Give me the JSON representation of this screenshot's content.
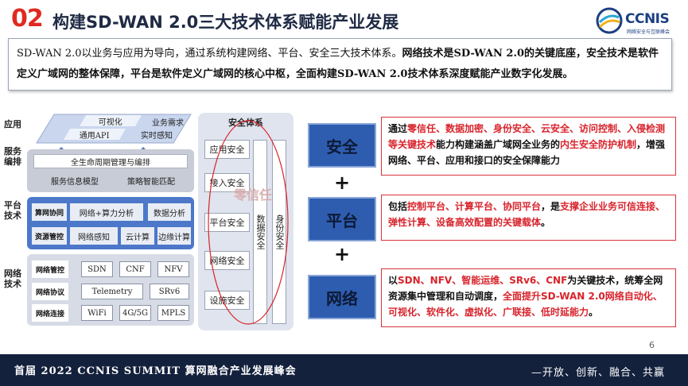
{
  "header": {
    "number": "02",
    "title": "构建SD-WAN 2.0三大技术体系赋能产业发展",
    "logo_text": "CCNIS",
    "logo_sub": "网络安全与互联峰会"
  },
  "intro": {
    "p1": "SD-WAN 2.0以业务与应用为导向，通过系统构建网络、平台、安全三大技术体系。",
    "b1": "网络技术是SD-WAN 2.0的关键底座，安全技术是软件定义广域网的整体保障，平台是软件定义广域网的核心中枢，全面构建SD-WAN 2.0技术体系深度赋能产业数字化发展。"
  },
  "diagram": {
    "labels": {
      "app": "应用",
      "orch": "服务编排",
      "platform": "平台技术",
      "network": "网络技术"
    },
    "app": {
      "visual": "可视化",
      "biz": "业务需求",
      "api": "通用API",
      "realtime": "实时感知"
    },
    "orch": {
      "lifecycle": "全生命周期管理与编排",
      "model": "服务信息模型",
      "policy": "策略智能匹配"
    },
    "platform": {
      "compute_tag": "算网协同",
      "compute_analysis": "网络+算力分析",
      "data_analysis": "数据分析",
      "resource_tag": "资源管控",
      "net_sense": "网络感知",
      "cloud": "云计算",
      "edge": "边缘计算"
    },
    "network": {
      "ctrl_tag": "网络管控",
      "sdn": "SDN",
      "cnf": "CNF",
      "nfv": "NFV",
      "proto_tag": "网络协议",
      "telemetry": "Telemetry",
      "srv6": "SRv6",
      "conn_tag": "网络连接",
      "wifi": "WiFi",
      "g45": "4G/5G",
      "mpls": "MPLS"
    },
    "security": {
      "title": "安全体系",
      "app_sec": "应用安全",
      "access_sec": "接入安全",
      "platform_sec": "平台安全",
      "network_sec": "网络安全",
      "facility_sec": "设施安全",
      "data_sec": "数据安全",
      "identity_sec": "身份安全",
      "zero_trust": "零信任"
    }
  },
  "pillars": {
    "security": {
      "key": "安全",
      "t1": "通过",
      "r1": "零信任、数据加密、身份安全、云安全、访问控制、入侵检测等关键技术",
      "t2": "能力构建涵盖广域网全业务的",
      "r2": "内生安全防护机制",
      "t3": "，增强网络、平台、应用和接口的安全保障能力"
    },
    "platform": {
      "key": "平台",
      "t1": "包括",
      "r1": "控制平台、计算平台、协同平台",
      "t2": "，是",
      "r2": "支撑企业业务可信连接、弹性计算、设备高效配置的关键载体",
      "t3": "。"
    },
    "network": {
      "key": "网络",
      "t1": "以",
      "r1": "SDN、NFV、智能运维、SRv6、CNF",
      "t2": "为关键技术，统筹全网资源集中管理和自动调度，",
      "r2": "全面提升SD-WAN 2.0网络自动化、可视化、软件化、虚拟化、广联接、低时延能力",
      "t3": "。"
    },
    "plus": "+"
  },
  "page_number": "6",
  "footer": {
    "left": "首届 2022 CCNIS SUMMIT  算网融合产业发展峰会",
    "right": "—开放、创新、融合、共赢"
  },
  "colors": {
    "accent_red": "#e02a20",
    "navy": "#14213d",
    "key_blue": "#2e5db0",
    "highlight_red": "#d8242c"
  }
}
